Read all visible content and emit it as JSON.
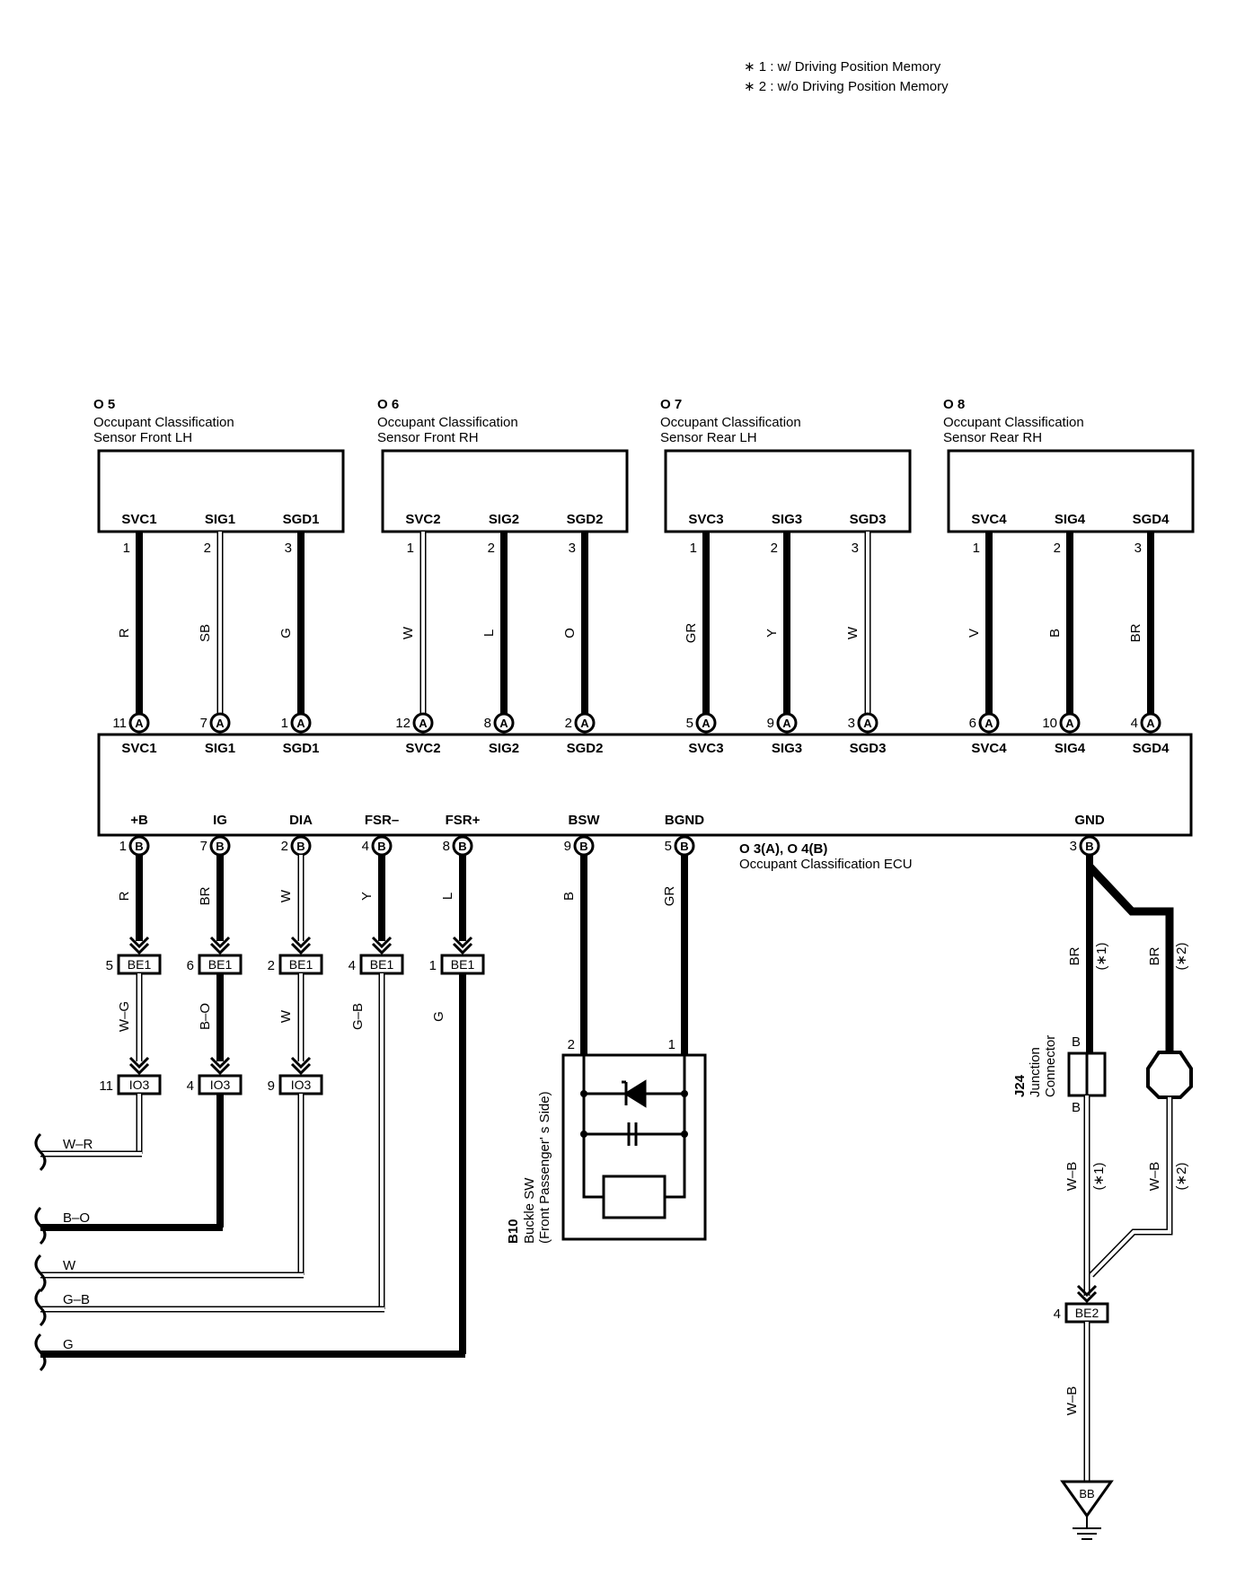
{
  "notes": [
    {
      "mark": "∗ 1",
      "text": ": w/ Driving Position Memory"
    },
    {
      "mark": "∗ 2",
      "text": ": w/o Driving Position Memory"
    }
  ],
  "sensors": [
    {
      "code": "O 5",
      "name1": "Occupant Classification",
      "name2": "Sensor Front LH",
      "pins": [
        {
          "label": "SVC1",
          "pin": "1",
          "wire": "R",
          "ecu_pin": "11",
          "ecu_label": "SVC1",
          "ecu_conn": "A"
        },
        {
          "label": "SIG1",
          "pin": "2",
          "wire": "SB",
          "ecu_pin": "7",
          "ecu_label": "SIG1",
          "ecu_conn": "A"
        },
        {
          "label": "SGD1",
          "pin": "3",
          "wire": "G",
          "ecu_pin": "1",
          "ecu_label": "SGD1",
          "ecu_conn": "A"
        }
      ]
    },
    {
      "code": "O 6",
      "name1": "Occupant Classification",
      "name2": "Sensor Front RH",
      "pins": [
        {
          "label": "SVC2",
          "pin": "1",
          "wire": "W",
          "ecu_pin": "12",
          "ecu_label": "SVC2",
          "ecu_conn": "A"
        },
        {
          "label": "SIG2",
          "pin": "2",
          "wire": "L",
          "ecu_pin": "8",
          "ecu_label": "SIG2",
          "ecu_conn": "A"
        },
        {
          "label": "SGD2",
          "pin": "3",
          "wire": "O",
          "ecu_pin": "2",
          "ecu_label": "SGD2",
          "ecu_conn": "A"
        }
      ]
    },
    {
      "code": "O 7",
      "name1": "Occupant Classification",
      "name2": "Sensor Rear LH",
      "pins": [
        {
          "label": "SVC3",
          "pin": "1",
          "wire": "GR",
          "ecu_pin": "5",
          "ecu_label": "SVC3",
          "ecu_conn": "A"
        },
        {
          "label": "SIG3",
          "pin": "2",
          "wire": "Y",
          "ecu_pin": "9",
          "ecu_label": "SIG3",
          "ecu_conn": "A"
        },
        {
          "label": "SGD3",
          "pin": "3",
          "wire": "W",
          "ecu_pin": "3",
          "ecu_label": "SGD3",
          "ecu_conn": "A"
        }
      ]
    },
    {
      "code": "O 8",
      "name1": "Occupant Classification",
      "name2": "Sensor Rear RH",
      "pins": [
        {
          "label": "SVC4",
          "pin": "1",
          "wire": "V",
          "ecu_pin": "6",
          "ecu_label": "SVC4",
          "ecu_conn": "A"
        },
        {
          "label": "SIG4",
          "pin": "2",
          "wire": "B",
          "ecu_pin": "10",
          "ecu_label": "SIG4",
          "ecu_conn": "A"
        },
        {
          "label": "SGD4",
          "pin": "3",
          "wire": "BR",
          "ecu_pin": "4",
          "ecu_label": "SGD4",
          "ecu_conn": "A"
        }
      ]
    }
  ],
  "ecu": {
    "code": "O 3(A), O 4(B)",
    "name": "Occupant Classification ECU",
    "bottom_pins": [
      {
        "label": "+B",
        "pin": "1",
        "conn": "B",
        "wire": "R",
        "be1_pin": "5",
        "wire2": "W–G",
        "io3_pin": "11"
      },
      {
        "label": "IG",
        "pin": "7",
        "conn": "B",
        "wire": "BR",
        "be1_pin": "6",
        "wire2": "B–O",
        "io3_pin": "4"
      },
      {
        "label": "DIA",
        "pin": "2",
        "conn": "B",
        "wire": "W",
        "be1_pin": "2",
        "wire2": "W",
        "io3_pin": "9"
      },
      {
        "label": "FSR–",
        "pin": "4",
        "conn": "B",
        "wire": "Y",
        "be1_pin": "4",
        "wire2": "G–B"
      },
      {
        "label": "FSR+",
        "pin": "8",
        "conn": "B",
        "wire": "L",
        "be1_pin": "1",
        "wire2": "G"
      },
      {
        "label": "BSW",
        "pin": "9",
        "conn": "B",
        "wire": "B",
        "sw_pin": "2"
      },
      {
        "label": "BGND",
        "pin": "5",
        "conn": "B",
        "wire": "GR",
        "sw_pin": "1"
      },
      {
        "label": "GND",
        "pin": "3",
        "conn": "B"
      }
    ]
  },
  "be1_label": "BE1",
  "io3_label": "IO3",
  "continuations": [
    "W–R",
    "B–O",
    "W",
    "G–B",
    "G"
  ],
  "buckle_sw": {
    "code": "B10",
    "name1": "Buckle SW",
    "name2": "(Front Passenger' s Side)"
  },
  "junction": {
    "code": "J24",
    "name1": "Junction",
    "name2": "Connector",
    "pin_top": "B",
    "pin_bottom": "B"
  },
  "gnd_branches": {
    "wire1": "BR",
    "note1": "(∗1)",
    "wire2": "BR",
    "note2": "(∗2)",
    "wire3": "W–B",
    "note3": "(∗1)",
    "wire4": "W–B",
    "note4": "(∗2)",
    "be2_label": "BE2",
    "be2_pin": "4",
    "wire5": "W–B",
    "ground_label": "BB"
  }
}
